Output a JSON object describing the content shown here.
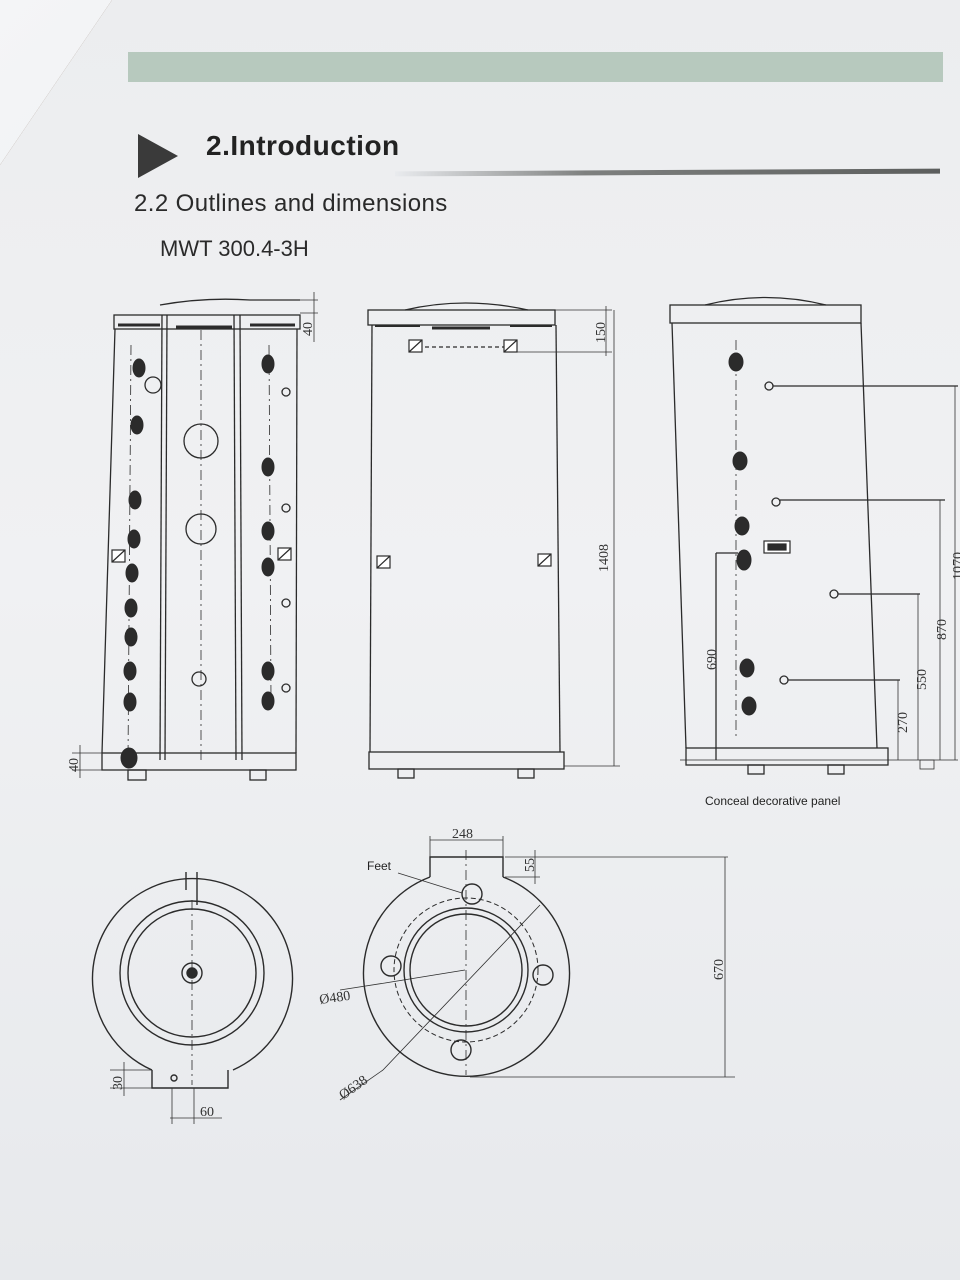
{
  "header": {
    "section_title": "2.Introduction",
    "subsection_title": "2.2  Outlines and dimensions",
    "model": "MWT 300.4-3H"
  },
  "front_view": {
    "dim_top": "40",
    "dim_bottom": "40"
  },
  "back_view": {
    "dim_top": "150",
    "dim_height": "1408"
  },
  "side_view": {
    "dim_690": "690",
    "dim_270": "270",
    "dim_550": "550",
    "dim_870": "870",
    "dim_partial": "1070",
    "caption": "Conceal decorative panel"
  },
  "top_view_left": {
    "dim_30": "30",
    "dim_60": "60"
  },
  "top_view_right": {
    "feet_label": "Feet",
    "dim_248": "248",
    "dim_55": "55",
    "dim_670": "670",
    "dim_480": "Ø480",
    "dim_638": "Ø638"
  },
  "colors": {
    "banner": "#b7c9be",
    "line": "#2b2b2b",
    "paper": "#eceef0"
  }
}
